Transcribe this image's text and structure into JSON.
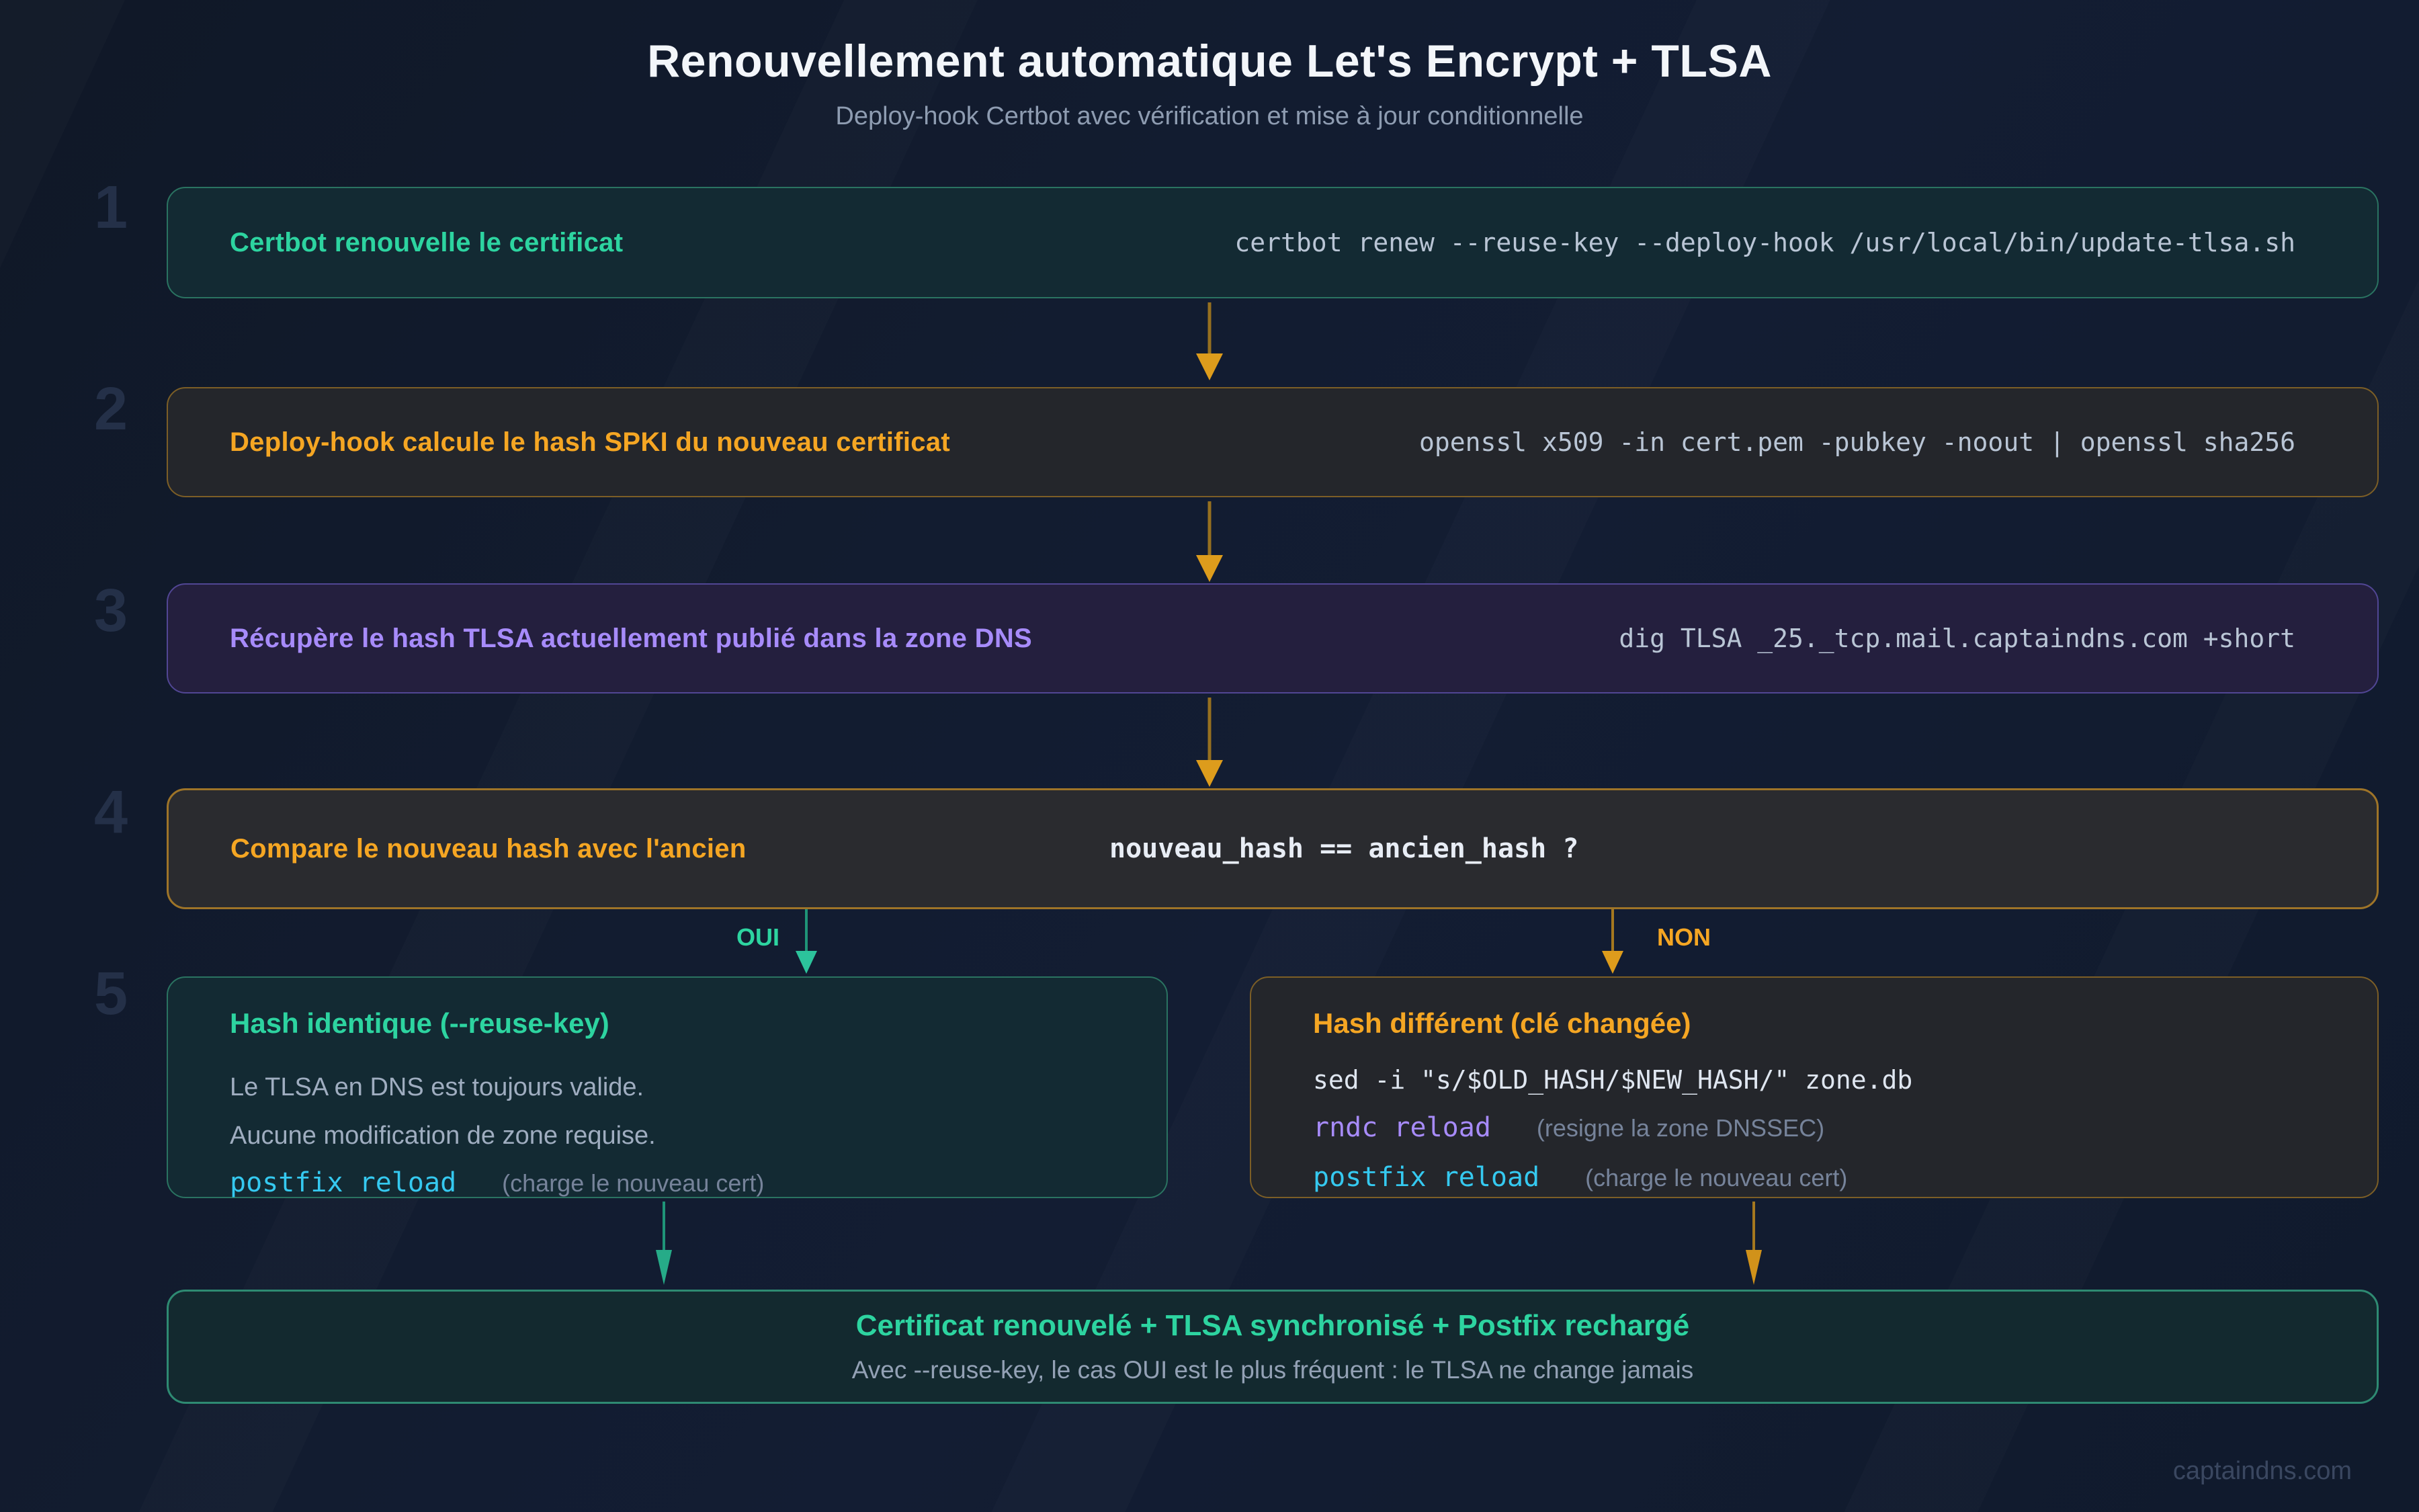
{
  "header": {
    "title": "Renouvellement automatique Let's Encrypt + TLSA",
    "subtitle": "Deploy-hook Certbot avec vérification et mise à jour conditionnelle"
  },
  "steps": [
    {
      "number": "1",
      "label": "Certbot renouvelle le certificat",
      "command": "certbot renew --reuse-key --deploy-hook /usr/local/bin/update-tlsa.sh"
    },
    {
      "number": "2",
      "label": "Deploy-hook calcule le hash SPKI du nouveau certificat",
      "command": "openssl x509 -in cert.pem -pubkey -noout | openssl sha256"
    },
    {
      "number": "3",
      "label": "Récupère le hash TLSA actuellement publié dans la zone DNS",
      "command": "dig TLSA _25._tcp.mail.captaindns.com +short"
    },
    {
      "number": "4",
      "label": "Compare le nouveau hash avec l'ancien",
      "condition": "nouveau_hash == ancien_hash ?"
    },
    {
      "number": "5"
    }
  ],
  "branch_yes": {
    "arrow_label": "OUI",
    "title": "Hash identique (--reuse-key)",
    "line1": "Le TLSA en DNS est toujours valide.",
    "line2": "Aucune modification de zone requise.",
    "command": "postfix reload",
    "command_note": "(charge le nouveau cert)"
  },
  "branch_no": {
    "arrow_label": "NON",
    "title": "Hash différent (clé changée)",
    "command1": "sed -i \"s/$OLD_HASH/$NEW_HASH/\" zone.db",
    "command2": "rndc reload",
    "command2_note": "(resigne la zone DNSSEC)",
    "command3": "postfix reload",
    "command3_note": "(charge le nouveau cert)"
  },
  "result": {
    "title": "Certificat renouvelé + TLSA synchronisé + Postfix rechargé",
    "subtitle": "Avec --reuse-key, le cas OUI est le plus fréquent : le TLSA ne change jamais"
  },
  "footer": {
    "watermark": "captaindns.com"
  },
  "colors": {
    "background": "#111a2c",
    "green_accent": "#2dd4a0",
    "amber_accent": "#f5a623",
    "purple_accent": "#a78bfa",
    "cyan_accent": "#35c9f0",
    "command_text": "#b9c5d5",
    "muted_text": "#94a3b8",
    "green_border": "#2a7361",
    "amber_border": "#7c5e26",
    "purple_border": "#514694"
  }
}
